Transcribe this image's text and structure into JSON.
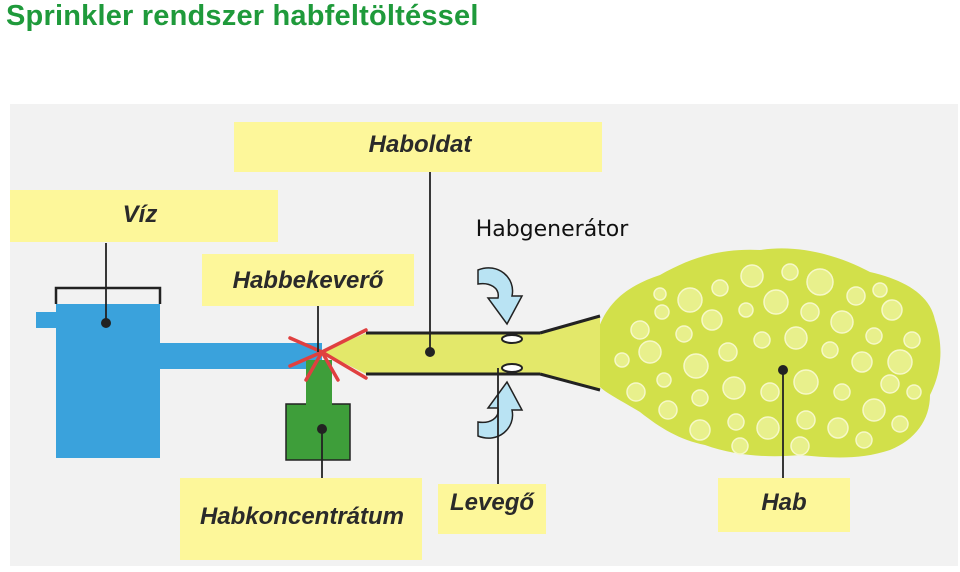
{
  "title": "Sprinkler rendszer habfeltöltéssel",
  "labels": {
    "water": "Víz",
    "solution": "Haboldat",
    "generator": "Habgenerátor",
    "mixer": "Habbekeverő",
    "concentrate": "Habkoncentrátum",
    "air": "Levegő",
    "foam": "Hab"
  },
  "colors": {
    "title": "#1f9a3b",
    "water": "#3aa2dc",
    "solution": "#e3e86a",
    "foam": "#d2e04a",
    "concentrate": "#3e9e3a",
    "mixer": "#e04040",
    "air_arrow": "#b9e3f3",
    "label_box": "#fdf79a"
  },
  "icons": [
    "air-inflow-arrow-icon",
    "mixer-star-icon",
    "foam-bubble-icon"
  ]
}
